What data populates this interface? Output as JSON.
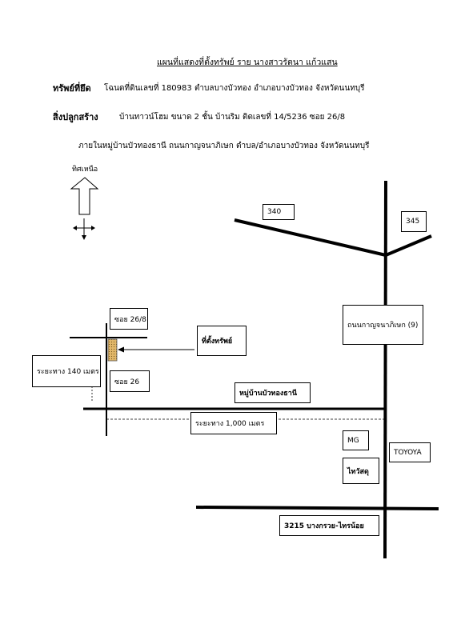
{
  "header": {
    "title": "แผนที่แสดงที่ตั้งทรัพย์  ราย นางสาวรัตนา แก้วแสน",
    "asset_label": "ทรัพย์ที่ยึด",
    "asset_text": "โฉนดที่ดินเลขที่ 180983 ตำบลบางบัวทอง อำเภอบางบัวทอง จังหวัดนนทบุรี",
    "building_label": "สิ่งปลูกสร้าง",
    "building_text": "บ้านทาวน์โฮม ขนาด 2 ชั้น บ้านริม ติดเลขที่ 14/5236 ซอย 26/8",
    "location_text": "ภายในหมู่บ้านบัวทองธานี  ถนนกาญจนาภิเษก ตำบล/อำเภอบางบัวทอง จังหวัดนนทบุรี"
  },
  "map": {
    "north_label": "ทิศเหนือ",
    "boxes": {
      "route_340": "340",
      "route_345": "345",
      "kanchanaphisek_road": "ถนนกาญจนาภิเษก (9)",
      "soi_26_8": "ซอย 26/8",
      "property_location": "ที่ตั้งทรัพย์",
      "distance_140": "ระยะทาง 140 เมตร",
      "soi_26": "ซอย 26",
      "village": "หมู่บ้านบัวทองธานี",
      "distance_1000": "ระยะทาง 1,000 เมตร",
      "mg": "MG",
      "toyota": "TOYOYA",
      "thai_watsadu": "ไทวัสดุ",
      "road_3215": "3215 บางกรวย-ไทรน้อย"
    }
  }
}
